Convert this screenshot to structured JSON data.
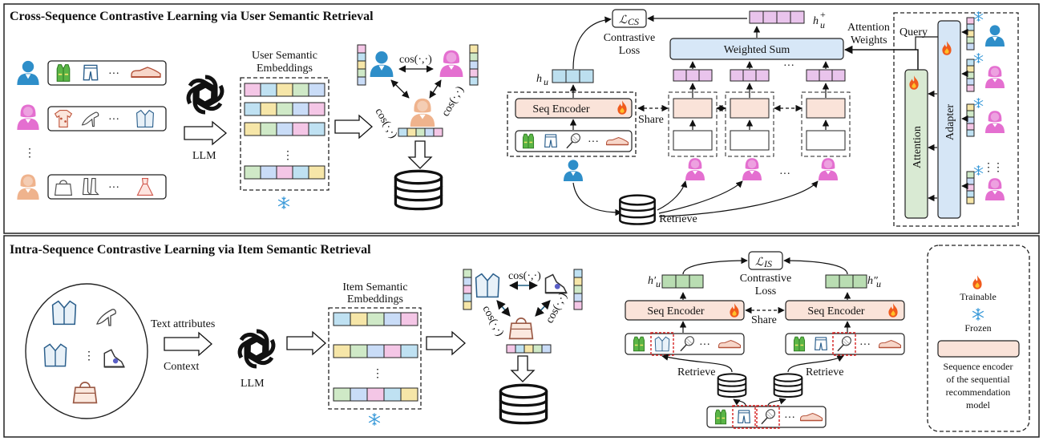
{
  "top": {
    "title": "Cross-Sequence Contrastive Learning via User Semantic Retrieval",
    "llm": "LLM",
    "embeddings_title": "User Semantic Embeddings",
    "cos": "cos(·,·)",
    "loss_symbol": "ℒ",
    "loss_sub": "CS",
    "contrastive_loss": "Contrastive Loss",
    "h_u": "h",
    "h_u_sub": "u",
    "h_u_plus": "h",
    "h_u_plus_sub": "u",
    "h_u_plus_sup": "+",
    "weighted_sum": "Weighted Sum",
    "attention_weights": "Attention Weights",
    "query": "Query",
    "seq_encoder": "Seq Encoder",
    "share": "Share",
    "retrieve": "Retrieve",
    "attention": "Attention",
    "adapter": "Adapter",
    "ellipsis": "···",
    "vdots": "⋮"
  },
  "bottom": {
    "title": "Intra-Sequence Contrastive Learning via Item Semantic Retrieval",
    "text_attributes": "Text attributes",
    "context": "Context",
    "llm": "LLM",
    "embeddings_title": "Item Semantic Embeddings",
    "cos": "cos(·,·)",
    "loss_symbol": "ℒ",
    "loss_sub": "IS",
    "contrastive_loss": "Contrastive Loss",
    "h_u_prime": "h′",
    "h_u_dprime": "h″",
    "h_sub": "u",
    "seq_encoder": "Seq Encoder",
    "share": "Share",
    "retrieve": "Retrieve"
  },
  "legend": {
    "trainable": "Trainable",
    "frozen": "Frozen",
    "seq_desc_lines": [
      "Sequence encoder",
      "of the sequential",
      "recommendation",
      "model"
    ]
  },
  "colors": {
    "emb_cells": [
      "#f4c6e6",
      "#bfe1f2",
      "#f6e6a8",
      "#cfe9c7",
      "#c9dcf7"
    ],
    "seq_encoder_fill": "#fae3d9",
    "weighted_sum_fill": "#d7e7f7",
    "attention_fill": "#d9ead3",
    "adapter_fill": "#d6e6f6",
    "hu_cell": "#bcdfef",
    "pink_cell": "#e9c4ec",
    "green_cell": "#b9ddb2",
    "user_blue": "#2e8ec9",
    "user_pink": "#e46fd0",
    "user_peach": "#efb38d"
  },
  "icons": [
    "user-icon",
    "vest-icon",
    "shorts-icon",
    "shoe-icon",
    "shirt-icon",
    "heel-icon",
    "blazer-icon",
    "bag-icon",
    "boots-icon",
    "dress-icon",
    "racket-icon",
    "sneaker-icon",
    "llm-logo-icon",
    "database-icon",
    "fire-icon",
    "snowflake-icon"
  ]
}
